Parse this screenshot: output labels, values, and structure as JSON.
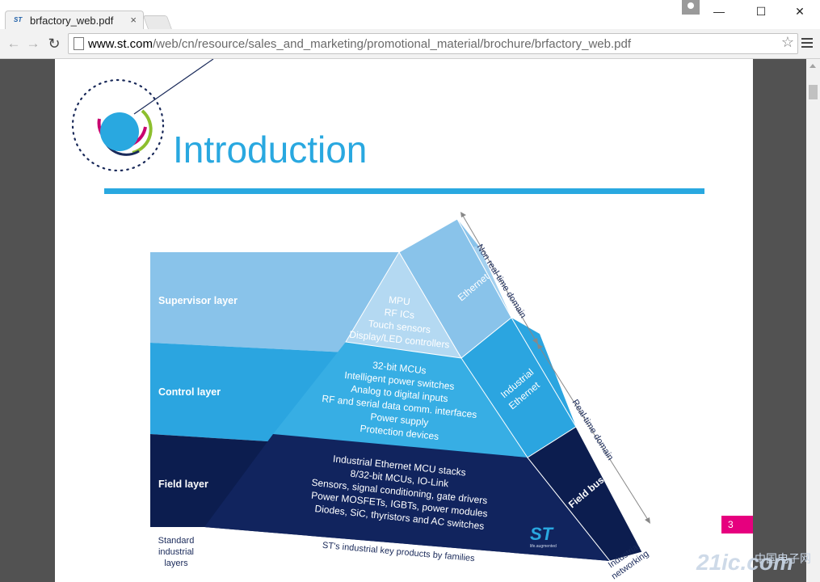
{
  "browser": {
    "tab_title": "brfactory_web.pdf",
    "tab_close": "×",
    "favicon_text": "ST",
    "url_host": "www.st.com",
    "url_path": "/web/cn/resource/sales_and_marketing/promotional_material/brochure/brfactory_web.pdf",
    "controls": {
      "minimize": "—",
      "maximize": "☐",
      "close": "✕"
    },
    "nav": {
      "back": "←",
      "forward": "→",
      "reload": "↻",
      "star": "☆"
    }
  },
  "pdf": {
    "heading": "Introduction",
    "page_number": "3",
    "colors": {
      "accent": "#29a8e0",
      "magenta": "#c8006f",
      "navy": "#0c1d4f",
      "light_blue": "#89c3ea",
      "mid_blue": "#2ba5e0",
      "lime": "#8dbf2e"
    },
    "pyramid": {
      "layers": [
        "Supervisor layer",
        "Control layer",
        "Field layer"
      ],
      "top_products": [
        "MPU",
        "RF ICs",
        "Touch sensors",
        "Display/LED controllers"
      ],
      "middle_products": [
        "32-bit MCUs",
        "Intelligent power switches",
        "Analog to digital inputs",
        "RF and serial data comm. interfaces",
        "Power supply",
        "Protection devices"
      ],
      "bottom_products": [
        "Industrial Ethernet MCU stacks",
        "8/32-bit MCUs, IO-Link",
        "Sensors, signal conditioning, gate drivers",
        "Power MOSFETs, IGBTs, power modules",
        "Diodes, SiC, thyristors and AC switches"
      ],
      "side_labels": [
        "Ethernet",
        "Industrial",
        "Ethernet",
        "Field bus"
      ],
      "domains": [
        "Non real-time domain",
        "Real-time domain"
      ],
      "footer_left": [
        "Standard",
        "industrial",
        "layers"
      ],
      "footer_center": "ST's industrial key products by families",
      "footer_right": [
        "Industrial",
        "networking"
      ],
      "logo_text": "ST",
      "logo_tagline": "life.augmented"
    }
  },
  "watermark": {
    "logo": "21ic.com",
    "cn": "中国电子网"
  }
}
